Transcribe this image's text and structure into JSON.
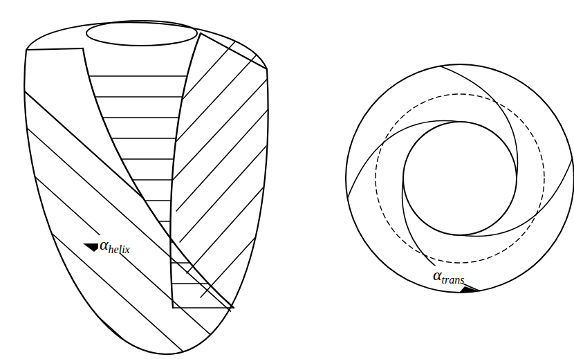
{
  "diagram": {
    "labels": [
      "α",
      "helix",
      "α",
      "trans"
    ]
  }
}
